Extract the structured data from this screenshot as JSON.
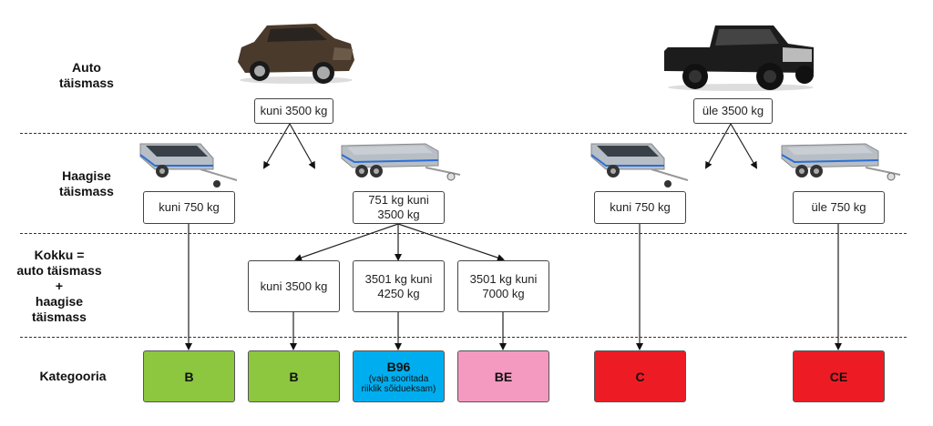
{
  "row_labels": {
    "auto": [
      "Auto",
      "täismass"
    ],
    "trailer": [
      "Haagise",
      "täismass"
    ],
    "total": [
      "Kokku =",
      "auto täismass",
      "+",
      "haagise",
      "täismass"
    ],
    "category": "Kategooria"
  },
  "vehicles": {
    "car": "suv-car-image",
    "truck": "pickup-truck-image",
    "trailer_small": "single-axle-trailer-image",
    "trailer_large": "double-axle-trailer-image"
  },
  "car_mass": {
    "left": "kuni 3500 kg",
    "right": "üle 3500 kg"
  },
  "trailer_mass": {
    "b1": "kuni 750 kg",
    "b2_line1": "751 kg kuni",
    "b2_line2": "3500 kg",
    "c1": "kuni 750 kg",
    "c2": "üle 750 kg"
  },
  "total_mass": {
    "t1": "kuni 3500 kg",
    "t2_line1": "3501 kg kuni",
    "t2_line2": "4250 kg",
    "t3_line1": "3501 kg kuni",
    "t3_line2": "7000 kg"
  },
  "categories": [
    {
      "label": "B",
      "color": "#8dc63f"
    },
    {
      "label": "B",
      "color": "#8dc63f"
    },
    {
      "label": "B96",
      "note_line1": "(vaja sooritada",
      "note_line2": "riiklik sõidueksam)",
      "color": "#00aeef"
    },
    {
      "label": "BE",
      "color": "#f49ac1"
    },
    {
      "label": "C",
      "color": "#ed1c24"
    },
    {
      "label": "CE",
      "color": "#ed1c24"
    }
  ]
}
